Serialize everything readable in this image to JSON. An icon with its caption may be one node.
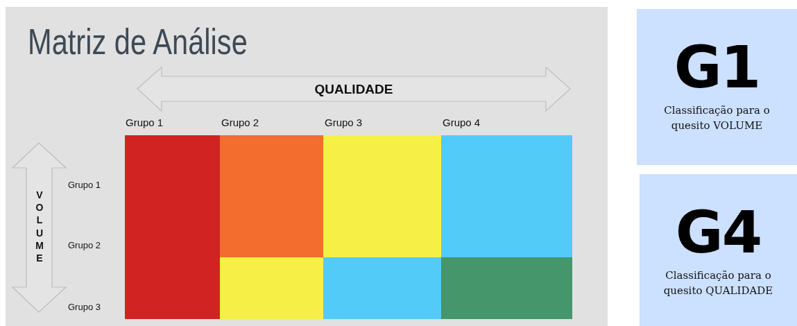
{
  "diagram": {
    "title": "Matriz de Análise",
    "nodes": [
      {
        "text": [
          "G1",
          "Classificação para o quesito VOLUME"
        ]
      },
      {
        "text": [
          "G4",
          "Classificação para o quesito QUALIDADE"
        ]
      }
    ],
    "labels": [
      "QUALIDADE",
      "Grupo 1",
      "Grupo 2",
      "Grupo 3",
      "Grupo 4",
      "VOLUME",
      "Grupo 1",
      "Grupo 2",
      "Grupo 3"
    ]
  }
}
